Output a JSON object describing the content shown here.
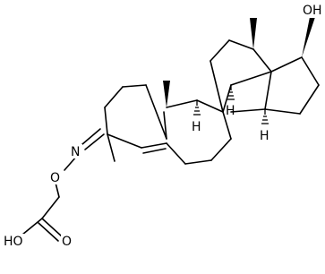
{
  "molecule": {
    "atoms": {
      "hydroxyl": "OH",
      "oxime_nitrogen": "N",
      "oxime_oxygen": "O",
      "acid_hydroxyl": "HO",
      "carbonyl_oxygen": "O",
      "h8": "H",
      "h9": "H",
      "h14": "H"
    }
  }
}
